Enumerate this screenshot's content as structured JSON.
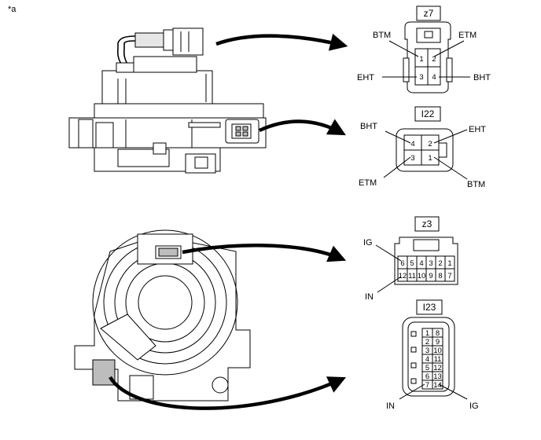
{
  "figure_tag": "*a",
  "connectors": {
    "z7": {
      "title": "z7",
      "pin_labels": {
        "btm": "BTM",
        "etm": "ETM",
        "eht": "EHT",
        "bht": "BHT"
      },
      "pins": [
        "1",
        "2",
        "3",
        "4"
      ]
    },
    "i22": {
      "title": "I22",
      "pin_labels": {
        "bht": "BHT",
        "eht": "EHT",
        "etm": "ETM",
        "btm": "BTM"
      },
      "pins": [
        "4",
        "2",
        "3",
        "1"
      ]
    },
    "z3": {
      "title": "z3",
      "pin_labels": {
        "ig": "IG",
        "in": "IN"
      },
      "row1": [
        "6",
        "5",
        "4",
        "3",
        "2",
        "1"
      ],
      "row2": [
        "12",
        "11",
        "10",
        "9",
        "8",
        "7"
      ]
    },
    "i23": {
      "title": "I23",
      "pin_labels": {
        "in": "IN",
        "ig": "IG"
      },
      "col1": [
        "1",
        "2",
        "3",
        "4",
        "5",
        "6",
        "7"
      ],
      "col2": [
        "8",
        "9",
        "10",
        "11",
        "12",
        "13",
        "14"
      ]
    }
  }
}
